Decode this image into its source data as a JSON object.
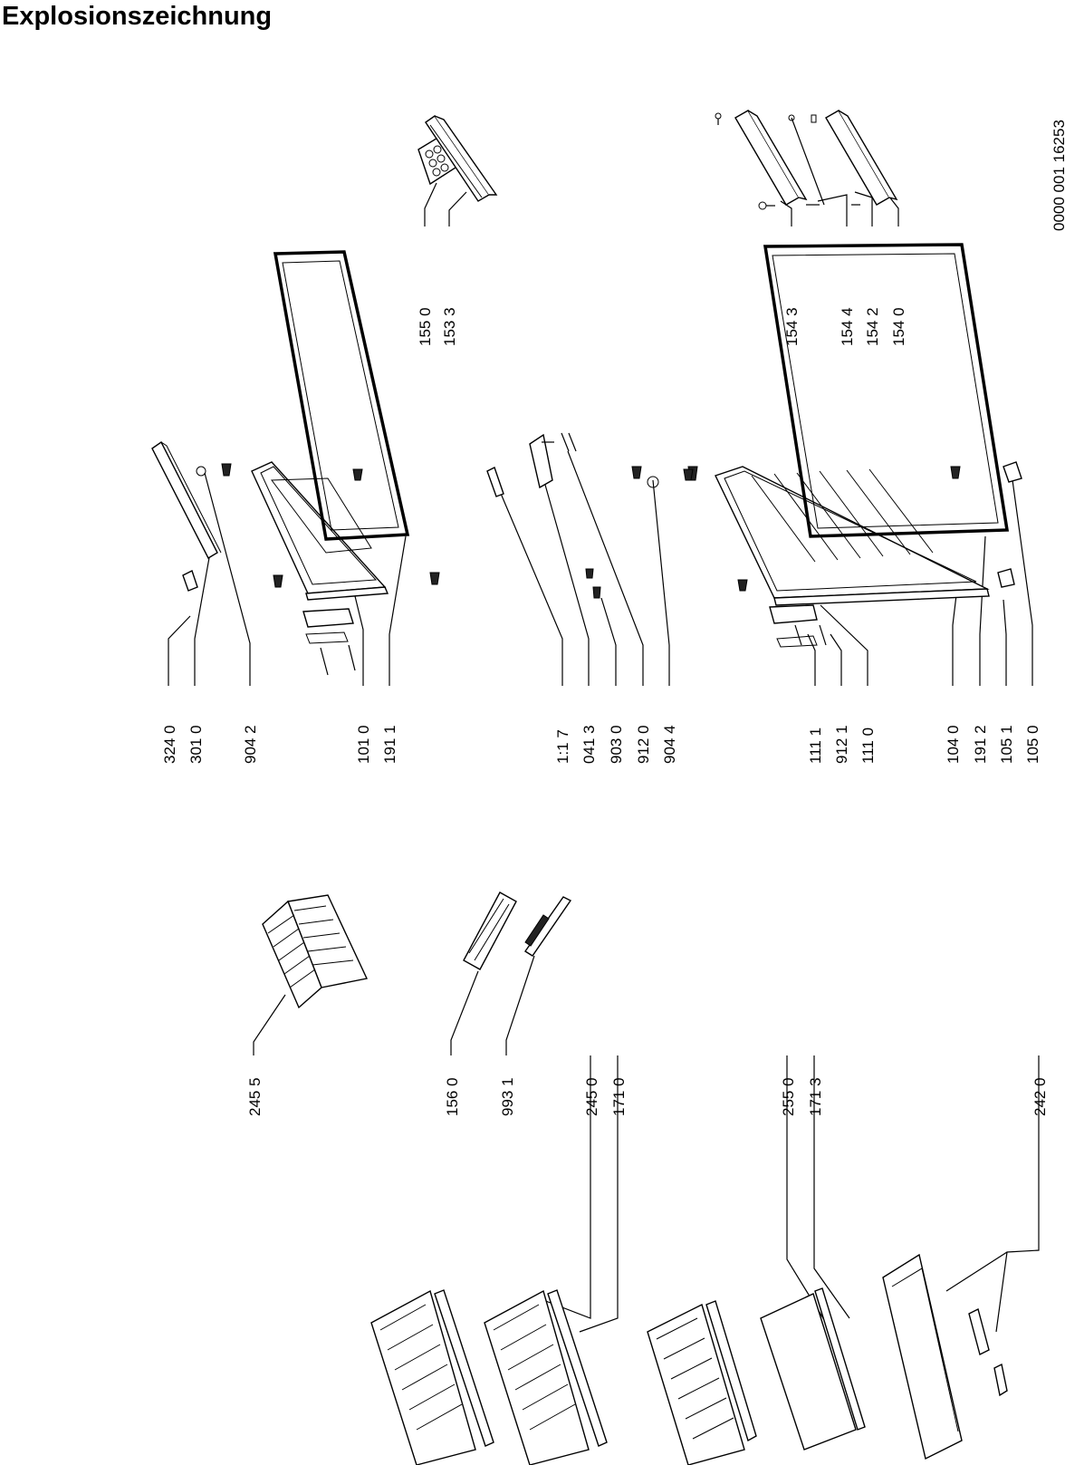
{
  "title": "Explosionszeichnung",
  "doc_code": "0000 001  16253",
  "labels": {
    "l1550": "155 0",
    "l1533": "153 3",
    "l1543a": "154 3",
    "l1544": "154 4",
    "l1542": "154 2",
    "l1540": "154 0",
    "l3240": "324 0",
    "l3010": "301 0",
    "l9042": "904 2",
    "l1010": "101 0",
    "l1911": "191 1",
    "l1117": "1:1 7",
    "l0413": "041 3",
    "l9030": "903 0",
    "l9120": "912 0",
    "l9044": "904 4",
    "l1111": "111 1",
    "l9121": "912 1",
    "l1110": "111 0",
    "l1040": "104 0",
    "l1912": "191 2",
    "l1051": "105 1",
    "l1050": "105 0",
    "l2455": "245 5",
    "l1560": "156 0",
    "l9931": "993 1",
    "l2450": "245 0",
    "l1710": "171 0",
    "l2550": "255 0",
    "l1713": "171 3",
    "l2420": "242 0"
  }
}
